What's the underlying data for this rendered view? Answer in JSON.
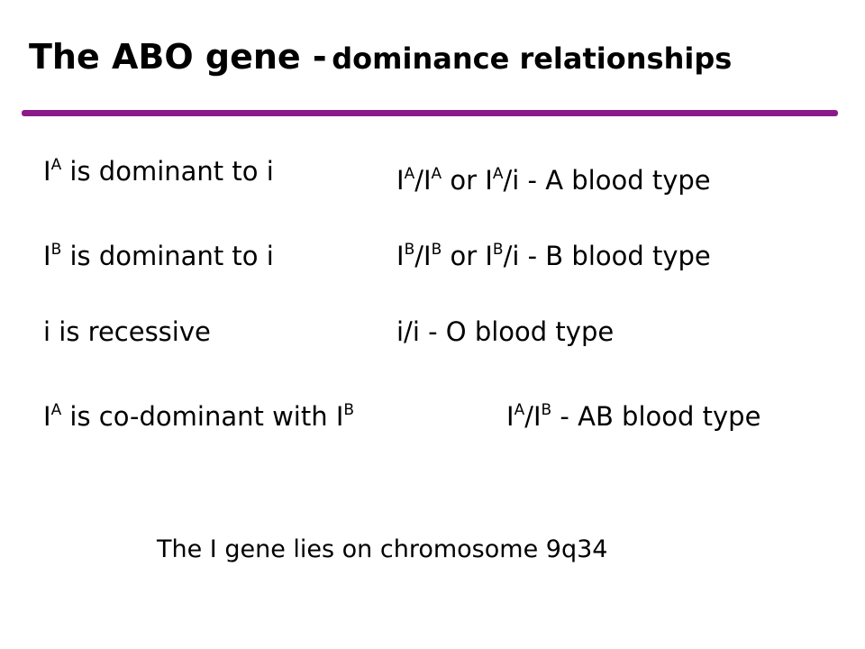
{
  "slide": {
    "title_main": "The ABO gene -",
    "title_sub": "dominance relationships",
    "accent_color": "#8b1a89",
    "left_col": {
      "ia_dominant": {
        "base": "I",
        "sup": "A",
        "rest": " is dominant to i"
      },
      "ib_dominant": {
        "base": "I",
        "sup": "B",
        "rest": " is dominant to i"
      },
      "recessive": "i is recessive",
      "codominant": {
        "base1": "I",
        "sup1": "A",
        "mid": " is co-dominant with I",
        "sup2": "B"
      }
    },
    "right_col": {
      "type_a": {
        "p1": "I",
        "s1": "A",
        "p2": "/I",
        "s2": "A",
        "p3": " or I",
        "s3": "A",
        "p4": "/i - A blood type"
      },
      "type_b": {
        "p1": "I",
        "s1": "B",
        "p2": "/I",
        "s2": "B",
        "p3": " or I",
        "s3": "B",
        "p4": "/i - B blood type"
      },
      "type_o": "i/i - O blood type",
      "type_ab": {
        "p1": "I",
        "s1": "A",
        "p2": "/I",
        "s2": "B",
        "p3": " -  AB blood type"
      }
    },
    "footer": "The I gene lies on chromosome 9q34"
  }
}
